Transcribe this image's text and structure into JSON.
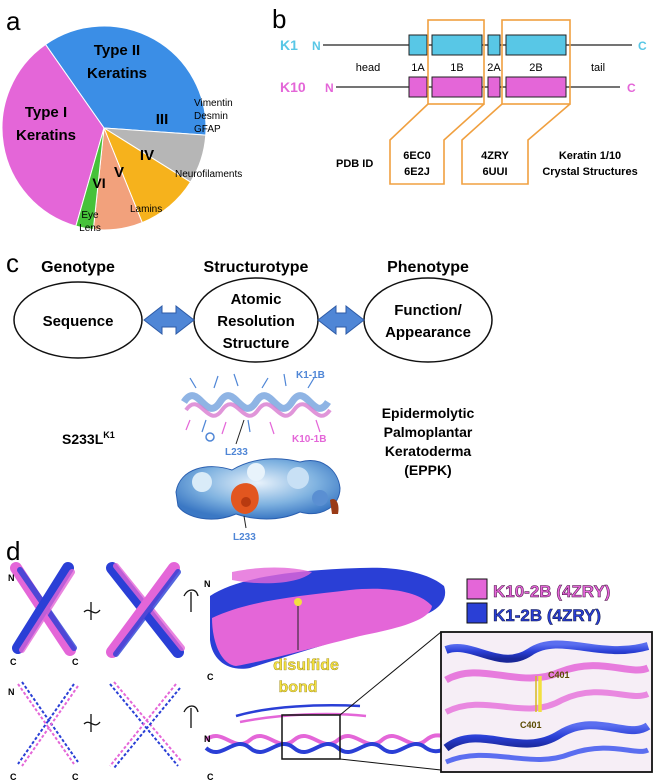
{
  "panel_a": {
    "letter": "a",
    "slices": [
      {
        "label_line1": "Type II",
        "label_line2": "Keratins",
        "color": "#3b8ee6"
      },
      {
        "label_line1": "Type I",
        "label_line2": "Keratins",
        "color": "#e466d8"
      },
      {
        "label": "III",
        "color": "#b6b6b6"
      },
      {
        "label": "IV",
        "color": "#f6b21c"
      },
      {
        "label": "V",
        "color": "#f2a17c"
      },
      {
        "label": "VI",
        "color": "#46c23a"
      }
    ],
    "callouts": {
      "iii_line1": "Vimentin",
      "iii_line2": "Desmin",
      "iii_line3": "GFAP",
      "iv": "Neurofilaments",
      "v": "Lamins",
      "vi_line1": "Eye",
      "vi_line2": "Lens"
    }
  },
  "panel_b": {
    "letter": "b",
    "k1_label": "K1",
    "k10_label": "K10",
    "n_term": "N",
    "c_term": "C",
    "k1_color": "#58c7e6",
    "k10_color": "#e466d8",
    "regions": {
      "head": "head",
      "r1a": "1A",
      "r1b": "1B",
      "r2a": "2A",
      "r2b": "2B",
      "tail": "tail"
    },
    "pdb_label": "PDB ID",
    "pdb_1b_line1": "6EC0",
    "pdb_1b_line2": "6E2J",
    "pdb_2b_line1": "4ZRY",
    "pdb_2b_line2": "6UUI",
    "crystal_line1": "Keratin 1/10",
    "crystal_line2": "Crystal Structures",
    "highlight_color": "#f0a040"
  },
  "panel_c": {
    "letter": "c",
    "genotype": "Genotype",
    "structurotype": "Structurotype",
    "phenotype": "Phenotype",
    "sequence": "Sequence",
    "struct_line1": "Atomic",
    "struct_line2": "Resolution",
    "struct_line3": "Structure",
    "pheno_line1": "Function/",
    "pheno_line2": "Appearance",
    "mutation": "S233L",
    "mutation_sup": "K1",
    "helix_k1": "K1-1B",
    "helix_k10": "K10-1B",
    "residue": "L233",
    "disease_line1": "Epidermolytic",
    "disease_line2": "Palmoplantar",
    "disease_line3": "Keratoderma",
    "disease_line4": "(EPPK)",
    "arrow_color": "#4f86d6"
  },
  "panel_d": {
    "letter": "d",
    "n_term": "N",
    "c_term": "C",
    "legend_k10": "K10-2B (4ZRY)",
    "legend_k1": "K1-2B (4ZRY)",
    "k10_color": "#e466d8",
    "k1_color": "#2a3fd6",
    "disulfide_line1": "disulfide",
    "disulfide_line2": "bond",
    "cys_top": "C401",
    "cys_bottom": "C401",
    "bond_color": "#f2e040"
  }
}
